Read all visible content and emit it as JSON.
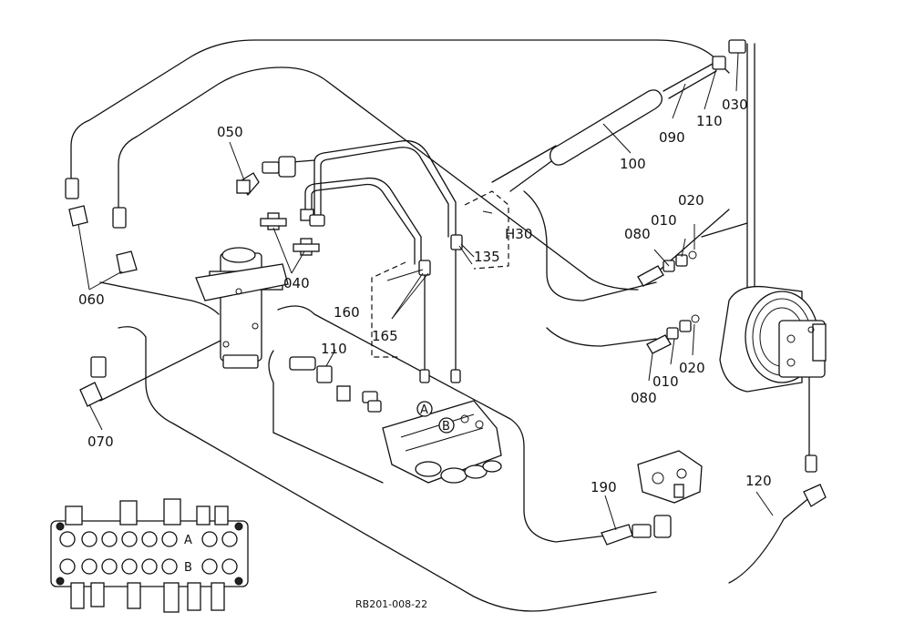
{
  "diagram": {
    "reference_code": "RB201-008-22",
    "part_labels": {
      "p030": "030",
      "p110a": "110",
      "p090": "090",
      "p100": "100",
      "p050": "050",
      "p020a": "020",
      "p010a": "010",
      "p080a": "080",
      "h130": "H30",
      "p135": "135",
      "p040": "040",
      "p060": "060",
      "p160": "160",
      "p165": "165",
      "p110b": "110",
      "p070": "070",
      "p080b": "080",
      "p010b": "010",
      "p020b": "020",
      "p190": "190",
      "p120": "120"
    },
    "port_labels": {
      "a_main": "A",
      "b_main": "B",
      "a_inset": "A",
      "b_inset": "B"
    }
  }
}
